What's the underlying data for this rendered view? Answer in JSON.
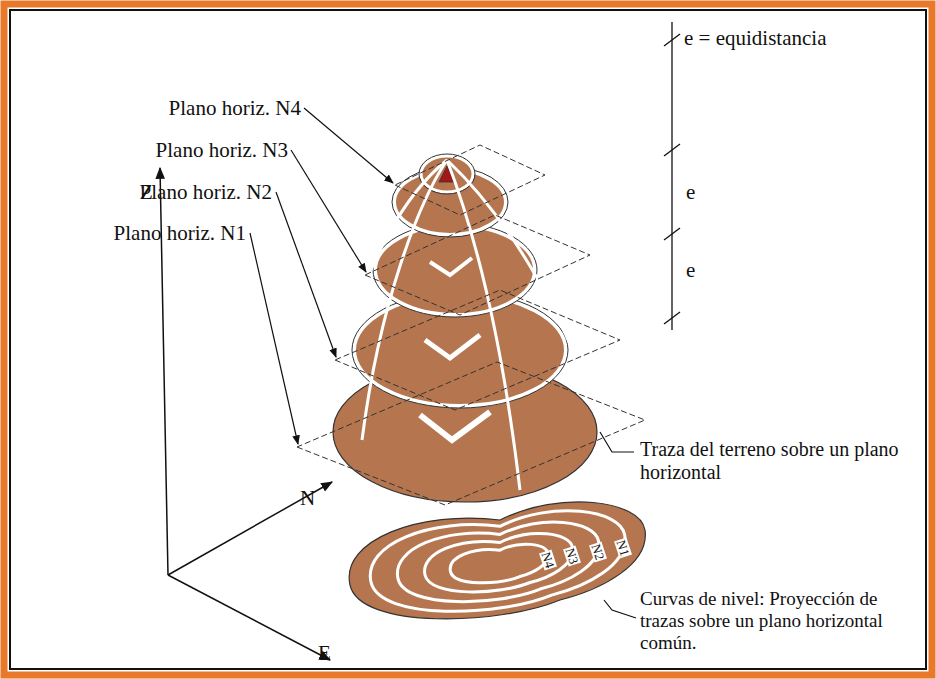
{
  "diagram": {
    "labels": [
      "e = equidistancia",
      "Plano horiz. N4",
      "e",
      "Plano horiz. N3",
      "Plano horiz. N2",
      "e",
      "Plano horiz. N1",
      "Z",
      "N",
      "Traza del terreno sobre un plano horizontal",
      "N1",
      "N2",
      "N3",
      "N4",
      "Curvas de nivel: Proyección de trazas sobre un plano horizontal común.",
      "E"
    ]
  }
}
